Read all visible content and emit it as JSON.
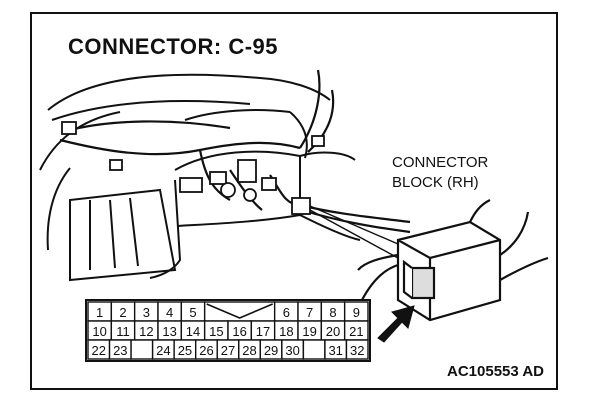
{
  "title": "CONNECTOR: C-95",
  "callout": {
    "line1": "CONNECTOR",
    "line2": "BLOCK (RH)"
  },
  "figure_code": "AC105553 AD",
  "connector": {
    "rows": [
      [
        "1",
        "2",
        "3",
        "4",
        "5",
        "",
        "6",
        "7",
        "8",
        "9"
      ],
      [
        "10",
        "11",
        "12",
        "13",
        "14",
        "15",
        "16",
        "17",
        "18",
        "19",
        "20",
        "21"
      ],
      [
        "22",
        "23",
        "",
        "24",
        "25",
        "26",
        "27",
        "28",
        "29",
        "30",
        "",
        "31",
        "32"
      ]
    ]
  }
}
